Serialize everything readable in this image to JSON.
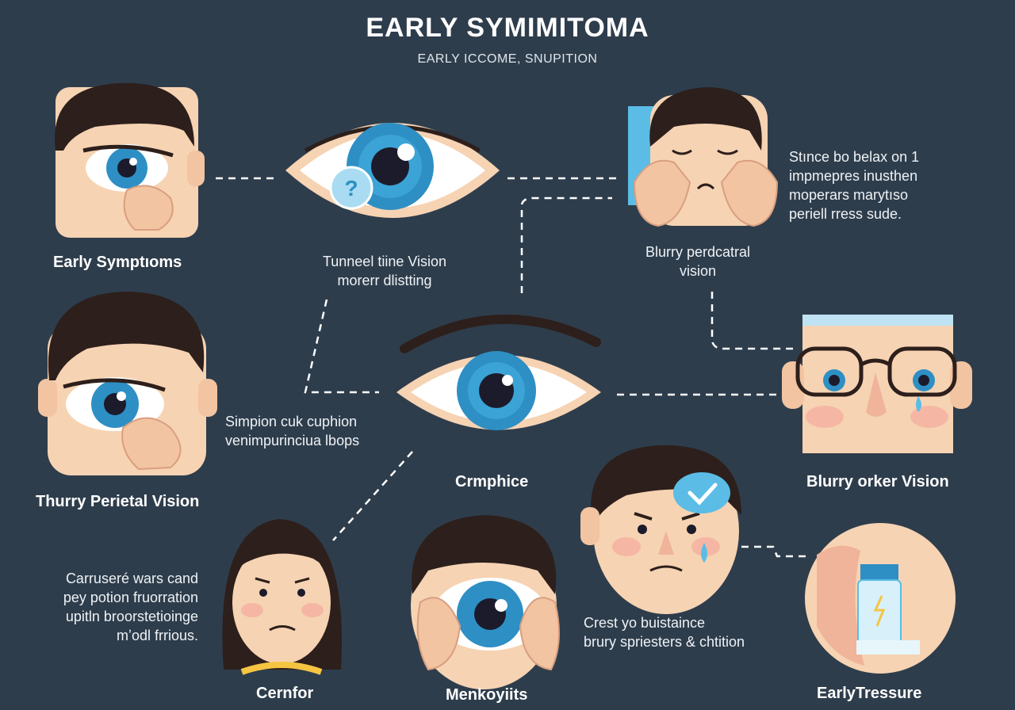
{
  "header": {
    "title": "EARLY SYMIMITOMA",
    "subtitle": "EARLY ICCOME, SNUPITION"
  },
  "panels": [
    {
      "label": "Early Symptıoms",
      "icon": "eye-rub-face-icon"
    },
    {
      "label": "Thurry Perietal Vision",
      "icon": "eye-touch-face-icon"
    },
    {
      "label": "Crmphice",
      "icon": "central-eye-icon"
    },
    {
      "label": "Blurry orker Vision",
      "icon": "glasses-tear-face-icon"
    },
    {
      "label": "Cernfor",
      "icon": "worried-girl-icon"
    },
    {
      "label": "Menkoyiits",
      "icon": "hands-eye-face-icon"
    },
    {
      "label": "EarlyTressure",
      "icon": "eye-drop-bottle-icon"
    }
  ],
  "descriptions": {
    "tunnel": [
      "Tunneel tiine Vision",
      "morerr dlistting"
    ],
    "blurry_peripheral": [
      "Blurry perdcatral",
      "vision"
    ],
    "stince": [
      "Stınce bo belax on 1",
      "impmepres inusthen",
      "moperars marytıso",
      "periell rress sude."
    ],
    "simpion": [
      "Simpion cuk cuphion",
      "venimpurinciua lbops"
    ],
    "carrusere": [
      "Carruseré wars cand",
      "pey potion fruorration",
      "upitln broorstetioinge",
      "mʼodl frrious."
    ],
    "crest": [
      "Crest yo buistaince",
      "brury spriesters & chtition"
    ]
  },
  "colors": {
    "background": "#2e3d4c",
    "skin": "#f6d3b3",
    "iris": "#2e8fc4",
    "hair": "#2d1f1b",
    "accent": "#5bbde6"
  }
}
